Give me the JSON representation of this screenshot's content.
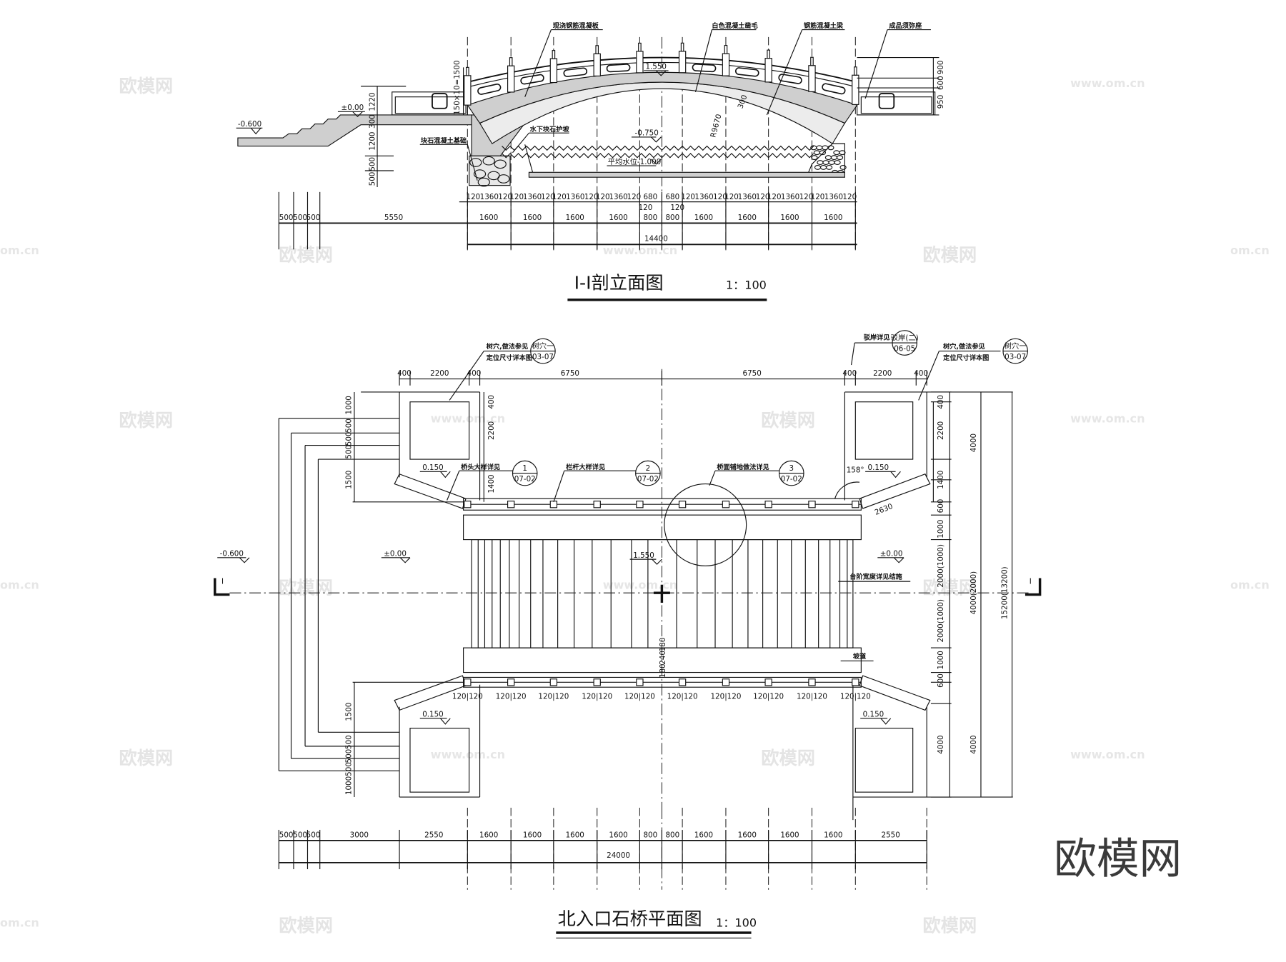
{
  "section": {
    "title": "Ⅰ-Ⅰ剖立面图",
    "scale": "1：100",
    "callouts": {
      "cast_slab": "现浇钢筋混凝板",
      "white_concrete": "白色混凝土凿毛",
      "rc_beam": "钢筋混凝土梁",
      "sumeru_base": "成品须弥座",
      "rubble_foundation": "块石混凝土基础",
      "underwater_revetment": "水下块石护坡"
    },
    "levels": {
      "left_ground": "-0.600",
      "zero": "±0.00",
      "deck_top": "1.550",
      "water_high": "-0.750",
      "water_mean": "平均水位-1.000"
    },
    "arch_radius": "R9670",
    "arch_thickness": "300",
    "steps_dim": "150×10=1500",
    "left_vertical_dims": [
      "1220",
      "300",
      "1200",
      "500",
      "500"
    ],
    "right_vertical_dims": [
      "900",
      "600",
      "950"
    ],
    "dim_row1": [
      "120",
      "1360",
      "120",
      "120",
      "1360",
      "120",
      "120",
      "1360",
      "120",
      "120",
      "1360",
      "120",
      "680",
      "680",
      "120",
      "1360",
      "120",
      "120",
      "1360",
      "120",
      "120",
      "1360",
      "120",
      "120",
      "1360",
      "120",
      "120",
      "120"
    ],
    "dim_row2": [
      "500",
      "500",
      "500",
      "5550",
      "1600",
      "1600",
      "1600",
      "1600",
      "800",
      "800",
      "1600",
      "1600",
      "1600",
      "1600"
    ],
    "dim_total": "14400"
  },
  "plan": {
    "title": "北入口石桥平面图",
    "scale": "1：100",
    "callouts": {
      "tree_pit_left_1": "树穴,做法参见",
      "tree_pit_left_2": "定位尺寸详本图",
      "tree_pit_right_1": "树穴,做法参见",
      "tree_pit_right_2": "定位尺寸详本图",
      "revetment": "驳岸详见",
      "bridgehead": "桥头大样详见",
      "railing": "栏杆大样详见",
      "paving": "桥面铺地做法详见",
      "step_width": "台阶宽度详见结施",
      "ramp": "坡道"
    },
    "detail_refs": [
      {
        "top": "树穴一",
        "bottom": "03-07"
      },
      {
        "top": "驳岸(二)",
        "bottom": "06-05"
      },
      {
        "top": "树穴一",
        "bottom": "03-07"
      },
      {
        "top": "1",
        "bottom": "07-02"
      },
      {
        "top": "2",
        "bottom": "07-02"
      },
      {
        "top": "3",
        "bottom": "07-02"
      }
    ],
    "levels": {
      "left_ground": "-0.600",
      "zero_left": "±0.00",
      "deck": "1.550",
      "zero_right": "±0.00",
      "planter_tl": "0.150",
      "planter_tr": "0.150",
      "planter_bl": "0.150",
      "planter_br": "0.150"
    },
    "angle": "158°",
    "wing_length": "2630",
    "section_mark": "I",
    "top_dims": [
      "400",
      "2200",
      "400",
      "6750",
      "6750",
      "400",
      "2200",
      "400"
    ],
    "left_dims_top": [
      "1000",
      "500",
      "500",
      "500",
      "1500"
    ],
    "left_dims_bottom": [
      "1500",
      "500",
      "500",
      "500",
      "1000"
    ],
    "inner_dims": [
      "400",
      "2200",
      "1400"
    ],
    "right_dims_1": [
      "400",
      "2200",
      "1400",
      "600",
      "1000",
      "2000(1000)",
      "2000(1000)",
      "1000",
      "600",
      "4000"
    ],
    "right_dims_2": [
      "4000",
      "4000(2000)",
      "4000"
    ],
    "right_total": "15200(13200)",
    "post_dims": "120|120",
    "center_dims": [
      "180",
      "240",
      "180"
    ],
    "bottom_dims": [
      "500",
      "500",
      "500",
      "3000",
      "2550",
      "1600",
      "1600",
      "1600",
      "1600",
      "800",
      "800",
      "1600",
      "1600",
      "1600",
      "1600",
      "2550"
    ],
    "bottom_total": "24000"
  },
  "watermarks": {
    "brand": "欧模网",
    "url": "www.om.cn",
    "cn": "om.cn"
  }
}
